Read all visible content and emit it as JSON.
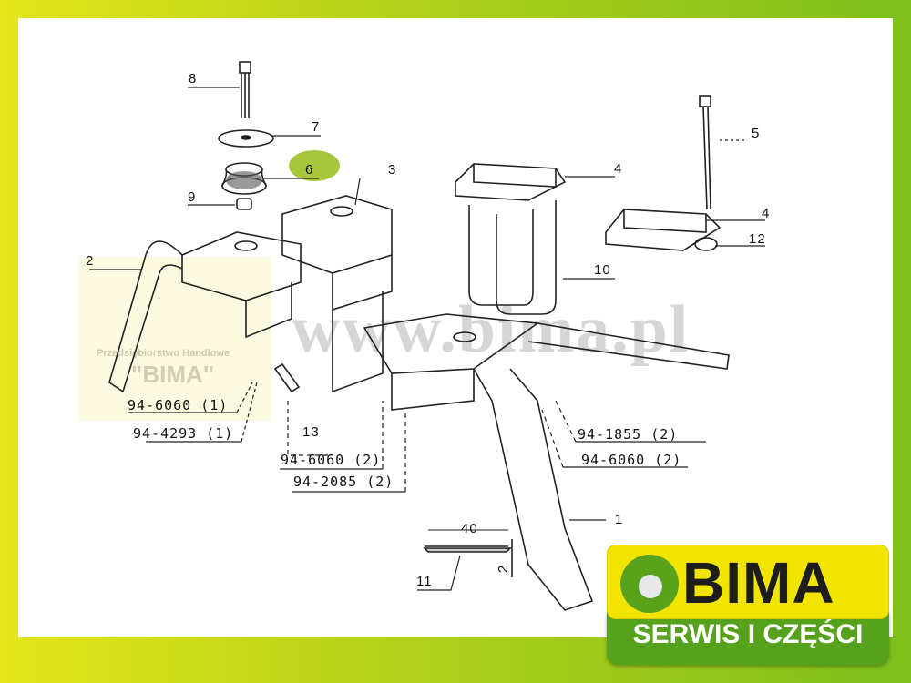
{
  "watermark": {
    "url": "www.bima.pl",
    "company": "Przedsiębiorstwo Handlowe",
    "name": "\"BIMA\""
  },
  "part_labels": {
    "p1": "1",
    "p2": "2",
    "p3": "3",
    "p4a": "4",
    "p4b": "4",
    "p5": "5",
    "p6": "6",
    "p7": "7",
    "p8": "8",
    "p9": "9",
    "p10": "10",
    "p11": "11",
    "p12": "12",
    "p13": "13"
  },
  "highlighted_part": "6",
  "highlight_color": "#a8c63c",
  "hardware_refs": [
    "94-6060 (1)",
    "94-4293 (1)",
    "94-6060 (2)",
    "94-2085 (2)",
    "94-1855 (2)",
    "94-6060 (2)"
  ],
  "dimensions": {
    "width": "40",
    "thickness": "2"
  },
  "logo": {
    "brand": "BIMA",
    "tagline": "SERWIS I CZĘŚCI"
  }
}
